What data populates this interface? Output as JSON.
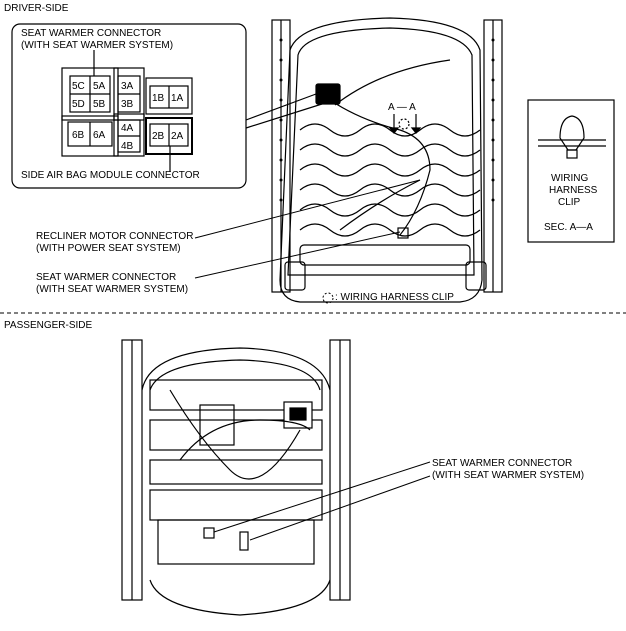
{
  "driver": {
    "heading": "DRIVER-SIDE",
    "inset": {
      "seat_warmer_label": [
        "SEAT WARMER CONNECTOR",
        "(WITH SEAT WARMER SYSTEM)"
      ],
      "airbag_label": "SIDE AIR BAG MODULE CONNECTOR",
      "pins_left": [
        "5C",
        "5A",
        "5D",
        "5B",
        "6B",
        "6A"
      ],
      "pins_mid": [
        "3A",
        "3B",
        "4A",
        "4B"
      ],
      "pins_right": [
        "1B",
        "1A",
        "2B",
        "2A"
      ]
    },
    "section": {
      "marker": "A",
      "marker_dash": "A — A",
      "clip_label": [
        "WIRING",
        "HARNESS",
        "CLIP"
      ],
      "sec_label": "SEC. A—A"
    },
    "recliner_label": [
      "RECLINER MOTOR CONNECTOR",
      "(WITH POWER SEAT SYSTEM)"
    ],
    "seat_warmer_label": [
      "SEAT WARMER CONNECTOR",
      "(WITH SEAT WARMER SYSTEM)"
    ],
    "legend": ": WIRING HARNESS CLIP"
  },
  "passenger": {
    "heading": "PASSENGER-SIDE",
    "seat_warmer_label": [
      "SEAT WARMER CONNECTOR",
      "(WITH SEAT WARMER SYSTEM)"
    ]
  }
}
